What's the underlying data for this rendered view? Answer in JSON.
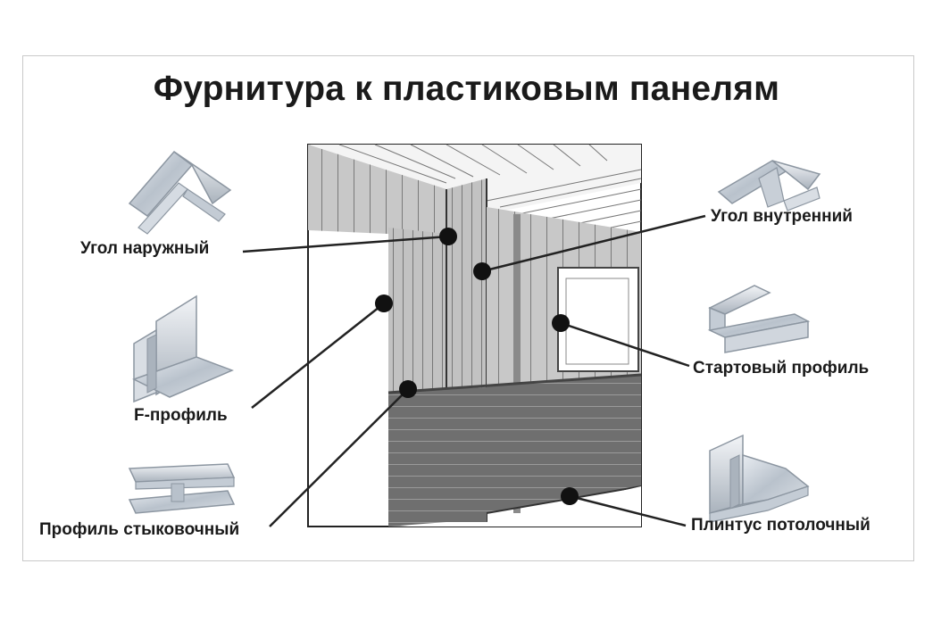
{
  "title": "Фурнитура к пластиковым панелям",
  "labels": {
    "outer_corner": "Угол наружный",
    "f_profile": "F-профиль",
    "joining_profile": "Профиль стыковочный",
    "inner_corner": "Угол внутренний",
    "start_profile": "Стартовый профиль",
    "ceiling_plinth": "Плинтус потолочный"
  },
  "colors": {
    "ink": "#1a1a1a",
    "panel_light": "#c6c6c6",
    "panel_dark": "#707070",
    "metal": "#c9d0d8"
  }
}
